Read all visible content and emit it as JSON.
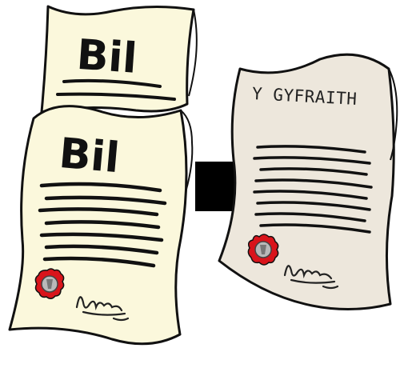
{
  "bill_back": {
    "label": "Bil"
  },
  "bill_front": {
    "label": "Bil"
  },
  "law_document": {
    "title": "Y GYFRAITH"
  },
  "arrow_icon": "arrow-right-icon",
  "seal_icon": "wax-seal-icon",
  "signature_icon": "signature-icon",
  "colors": {
    "bill_paper": "#fbf8dc",
    "law_paper": "#ede7dc",
    "outline": "#111111",
    "seal": "#d9141b",
    "arrow": "#000000"
  }
}
